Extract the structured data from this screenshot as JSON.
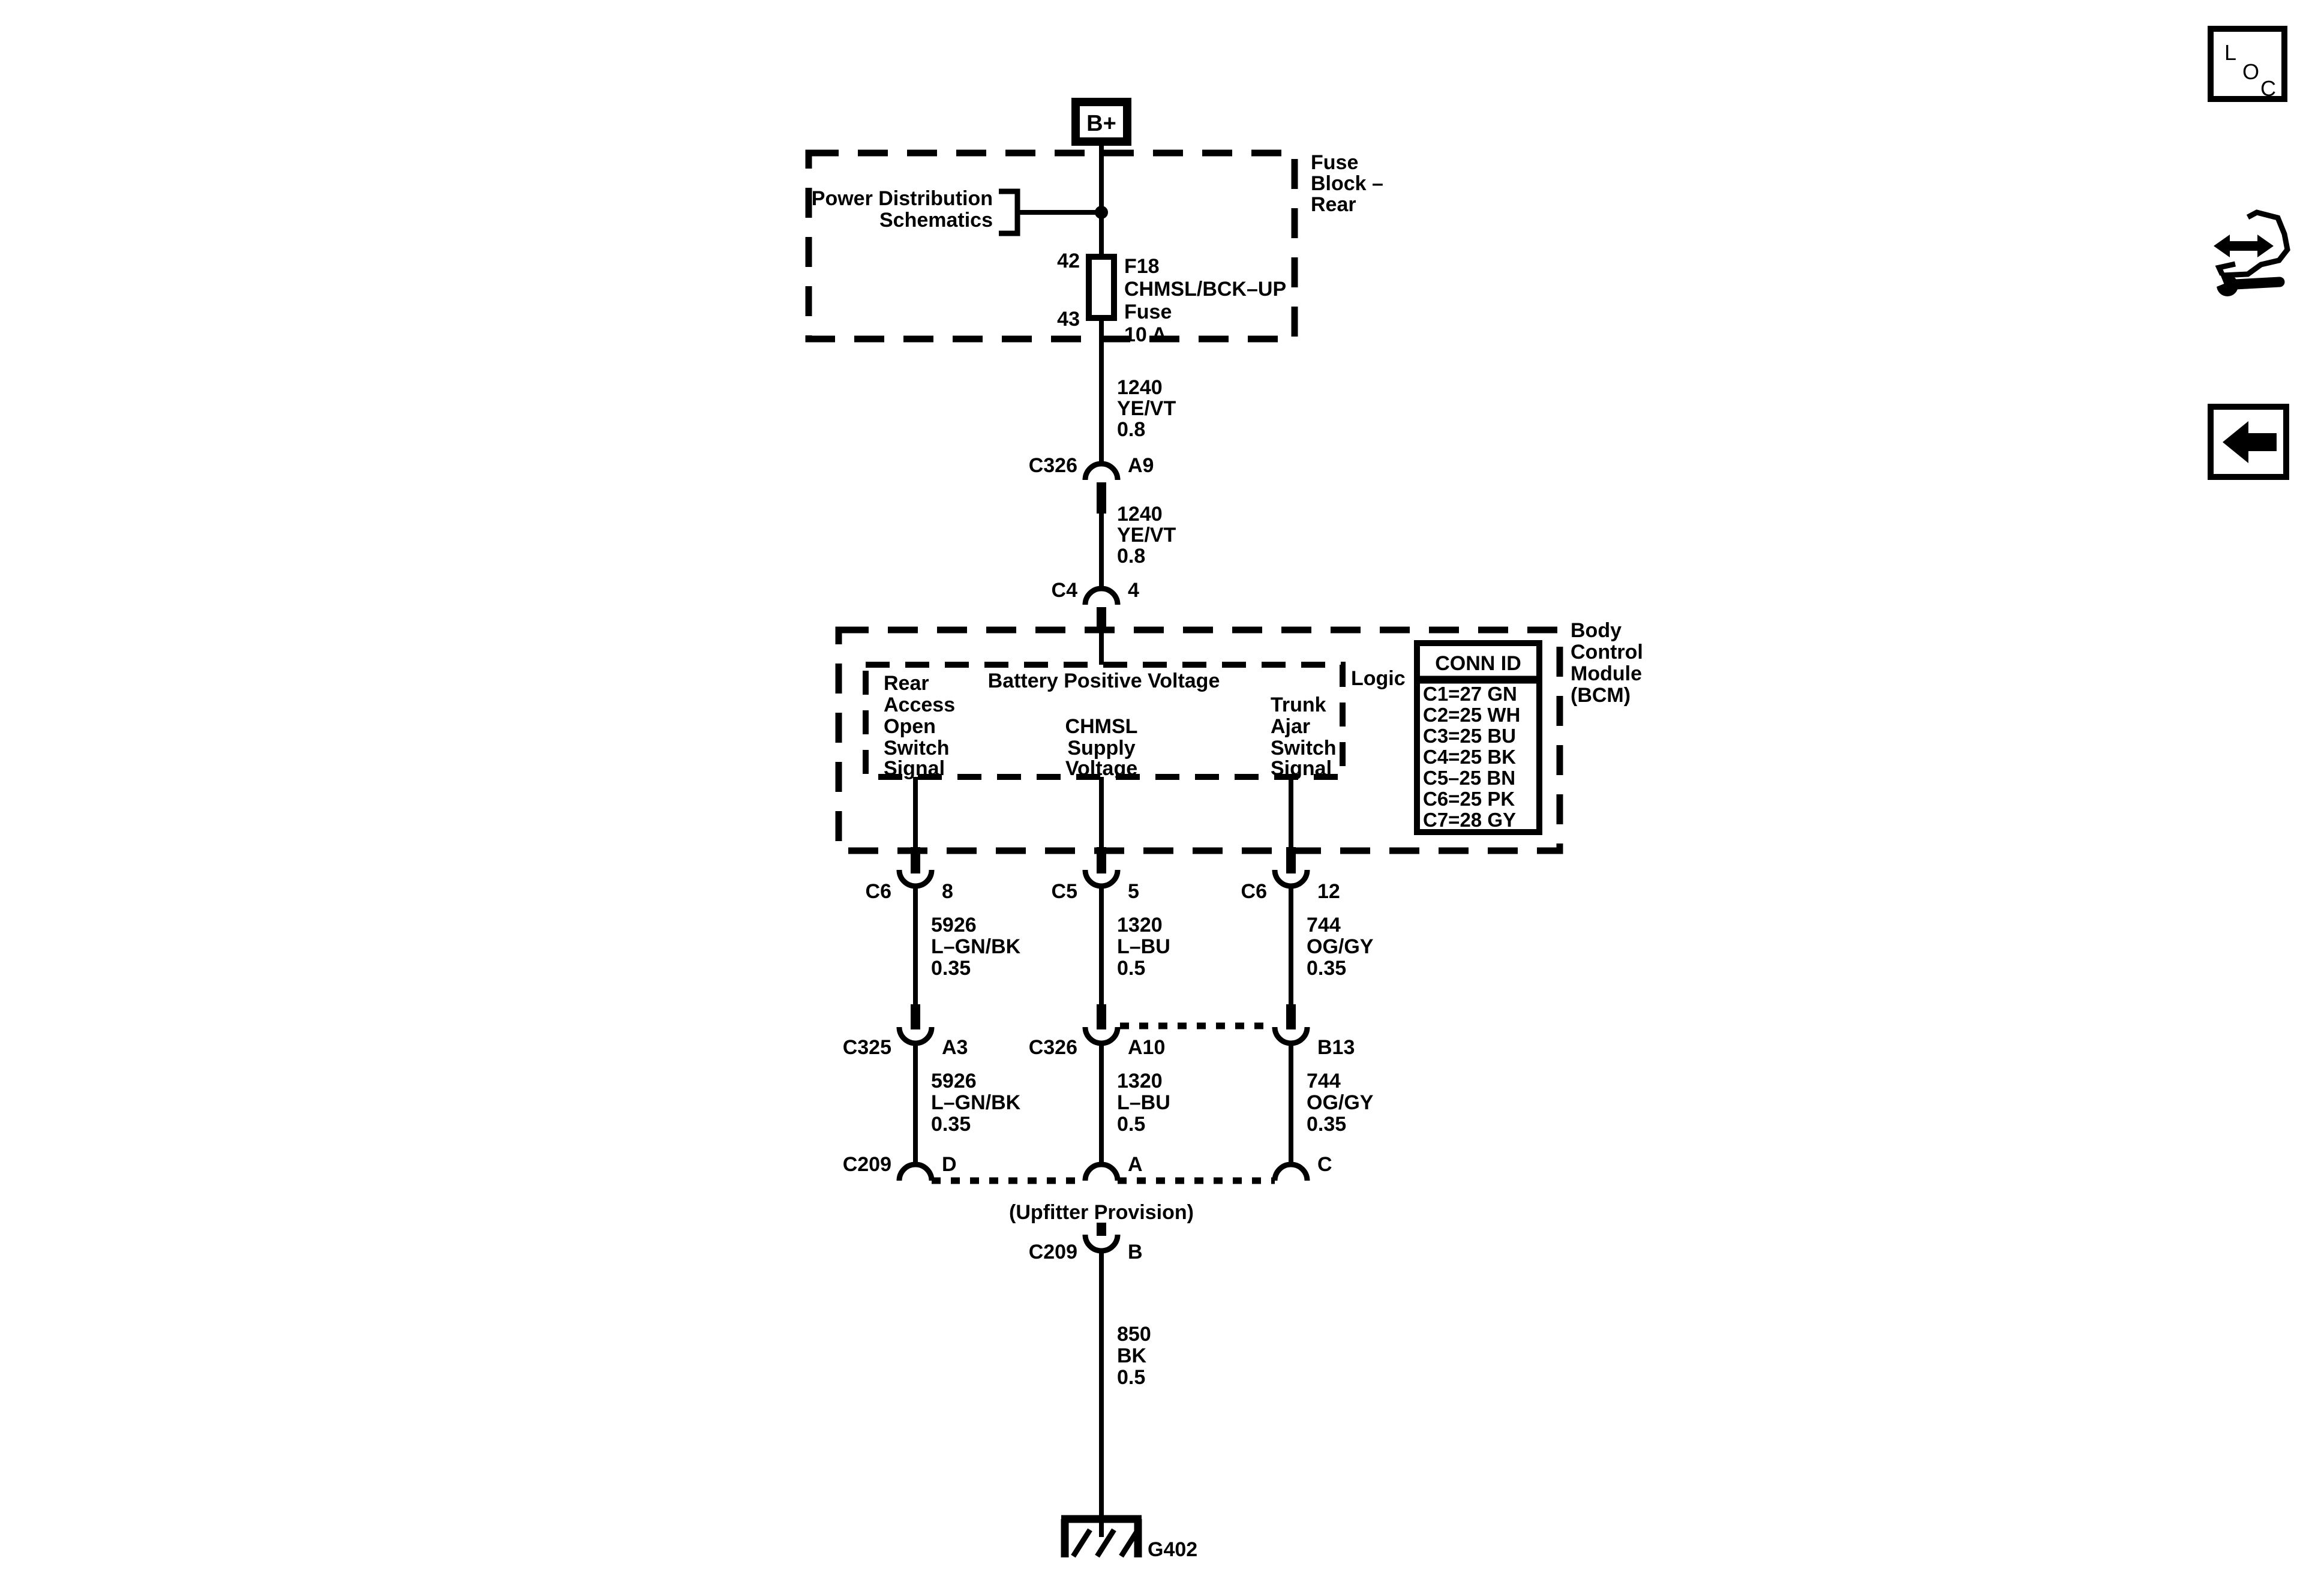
{
  "page": {
    "background": "#ffffff",
    "ink": "#000000"
  },
  "diagram": {
    "battery_terminal": {
      "label": "B+"
    },
    "fuse_block": {
      "name_lines": [
        "Fuse",
        "Block –",
        "Rear"
      ],
      "power_ref_lines": [
        "Power Distribution",
        "Schematics"
      ],
      "fuse": {
        "id": "F18",
        "circuit": "CHMSL/BCK–UP",
        "device": "Fuse",
        "rating": "10 A",
        "terminal_top": "42",
        "terminal_bottom": "43"
      }
    },
    "wires": {
      "battery_feed": {
        "circuit": "1240",
        "color": "YE/VT",
        "size": "0.8"
      },
      "rear_access": {
        "circuit": "5926",
        "color": "L–GN/BK",
        "size": "0.35"
      },
      "chmsl_supply": {
        "circuit": "1320",
        "color": "L–BU",
        "size": "0.5"
      },
      "trunk_ajar": {
        "circuit": "744",
        "color": "OG/GY",
        "size": "0.35"
      },
      "ground": {
        "circuit": "850",
        "color": "BK",
        "size": "0.5"
      }
    },
    "connectors": {
      "c326_a9": {
        "name": "C326",
        "pin": "A9"
      },
      "c4_4": {
        "name": "C4",
        "pin": "4"
      },
      "c6_8": {
        "name": "C6",
        "pin": "8"
      },
      "c5_5": {
        "name": "C5",
        "pin": "5"
      },
      "c6_12": {
        "name": "C6",
        "pin": "12"
      },
      "c325_a3": {
        "name": "C325",
        "pin": "A3"
      },
      "c326_a10": {
        "name": "C326",
        "pin": "A10"
      },
      "b13": {
        "pin": "B13"
      },
      "c209_d": {
        "name": "C209",
        "pin": "D"
      },
      "c209_a": {
        "pin": "A"
      },
      "c209_c": {
        "pin": "C"
      },
      "c209_b": {
        "name": "C209",
        "pin": "B"
      }
    },
    "bcm": {
      "name_lines": [
        "Body",
        "Control",
        "Module",
        "(BCM)"
      ],
      "logic_label": "Logic",
      "pins": {
        "battery_positive": "Battery Positive Voltage",
        "rear_access_lines": [
          "Rear",
          "Access",
          "Open",
          "Switch",
          "Signal"
        ],
        "chmsl_lines": [
          "CHMSL",
          "Supply",
          "Voltage"
        ],
        "trunk_lines": [
          "Trunk",
          "Ajar",
          "Switch",
          "Signal"
        ]
      },
      "conn_id": {
        "header": "CONN ID",
        "rows": [
          "C1=27 GN",
          "C2=25 WH",
          "C3=25 BU",
          "C4=25 BK",
          "C5–25 BN",
          "C6=25 PK",
          "C7=28 GY"
        ]
      }
    },
    "upfitter_label": "(Upfitter Provision)",
    "ground_id": "G402"
  },
  "toolbar": {
    "loc_letters": [
      "L",
      "O",
      "C"
    ]
  }
}
